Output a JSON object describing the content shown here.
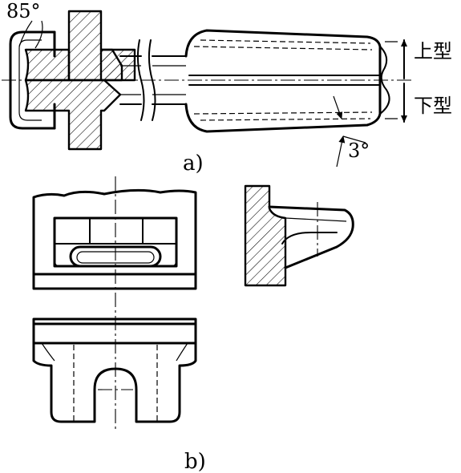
{
  "figure": {
    "part_a": {
      "caption": "a)",
      "draft_angle_die": "85°",
      "draft_angle_body": "3°",
      "upper_die_label": "上型",
      "lower_die_label": "下型"
    },
    "part_b": {
      "caption": "b)"
    }
  }
}
